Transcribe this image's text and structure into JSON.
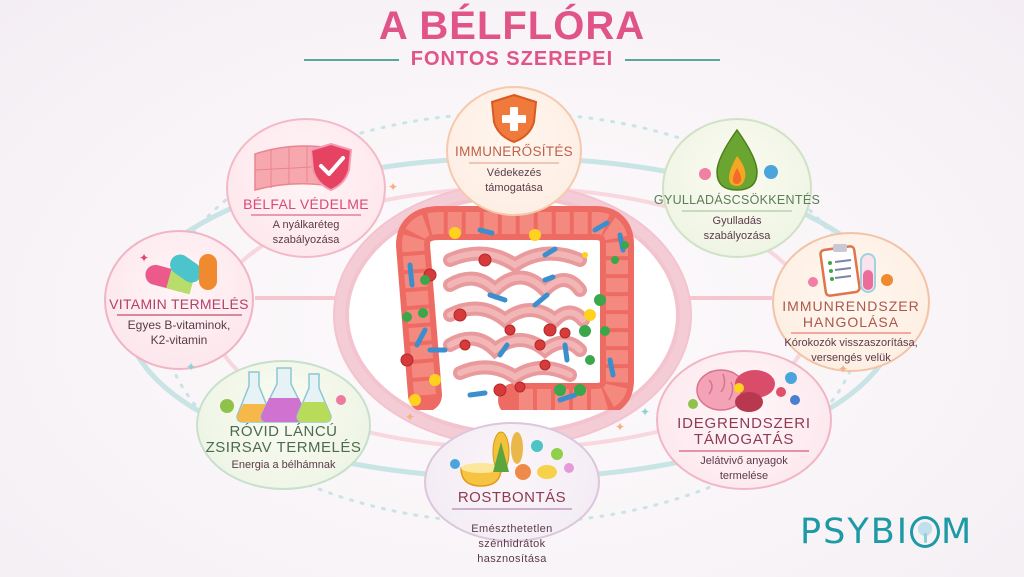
{
  "header": {
    "title": "A BÉLFLÓRA",
    "subtitle": "FONTOS SZEREPEI"
  },
  "center": {
    "illustration": "intestine-with-bacteria-icon"
  },
  "nodes": {
    "immunerosites": {
      "icon": "shield-cross-icon",
      "label": "IMMUNERŐSÍTÉS",
      "desc_line1": "Védekezés",
      "desc_line2": "támogatása"
    },
    "belfal": {
      "icon": "gut-wall-shield-check-icon",
      "label": "BÉLFAL VÉDELME",
      "desc_line1": "A nyálkaréteg",
      "desc_line2": "szabályozása"
    },
    "gyulladas": {
      "icon": "flame-drop-icon",
      "label": "GYULLADÁSCSÖKKENTÉS",
      "desc_line1": "Gyulladás",
      "desc_line2": "szabályozása"
    },
    "vitamin": {
      "icon": "capsules-icon",
      "label": "VITAMIN TERMELÉS",
      "desc_line1": "Egyes B-vitaminok,",
      "desc_line2": "K2-vitamin"
    },
    "immunrendszer": {
      "icon": "clipboard-test-tube-icon",
      "label_line1": "IMMUNRENDSZER",
      "label_line2": "HANGOLÁSA",
      "desc_line1": "Kórokozók visszaszorítása,",
      "desc_line2": "versengés velük"
    },
    "rovid": {
      "icon": "flasks-icon",
      "label_line1": "RÓVID LÁNCÚ",
      "label_line2": "ZSIRSAV TERMELÉS",
      "desc_line1": "Energia a bélhámnak"
    },
    "idegrendszeri": {
      "icon": "brain-gut-icon",
      "label_line1": "IDEGRENDSZERI",
      "label_line2": "TÁMOGATÁS",
      "desc_line1": "Jelátvivő anyagok",
      "desc_line2": "termelése"
    },
    "rostbontas": {
      "icon": "grains-fruit-icon",
      "label": "ROSTBONTÁS",
      "desc_line1": "Emészthetetlen",
      "desc_line2": "szénhidrátok",
      "desc_line3": "hasznosítása"
    }
  },
  "logo": {
    "part1": "PSYBI",
    "part2": "M"
  },
  "colors": {
    "title": "#e05487",
    "accent_teal": "#5aa79a",
    "logo": "#1d9aa5"
  }
}
